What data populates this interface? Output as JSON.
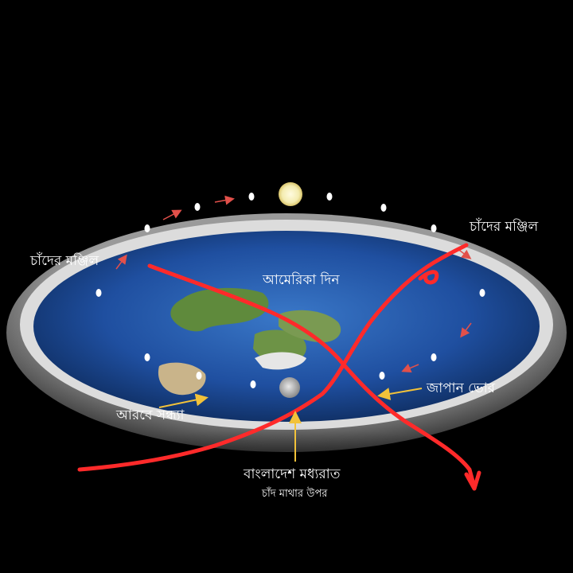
{
  "labels": {
    "moon_mansion_left": "চাঁদের মঞ্জিল",
    "moon_mansion_right": "চাঁদের মঞ্জিল",
    "america_day": "আমেরিকা দিন",
    "arab_evening": "আরবে সন্ধ্যা",
    "japan_dawn": "জাপান ভোর",
    "bangladesh_midnight": "বাংলাদেশ মধ্যরাত",
    "moon_overhead": "চাঁদ মাথার উপর"
  },
  "colors": {
    "background": "#000000",
    "ocean": "#1f4fa0",
    "ice_rim": "#cfcfcf",
    "sun": "#f4ecb0",
    "moon": "#bdbdbd",
    "red_marker": "#ff2a2a",
    "pointer_arrow": "#f2c23a",
    "orbit_arrow": "#e2504a"
  }
}
